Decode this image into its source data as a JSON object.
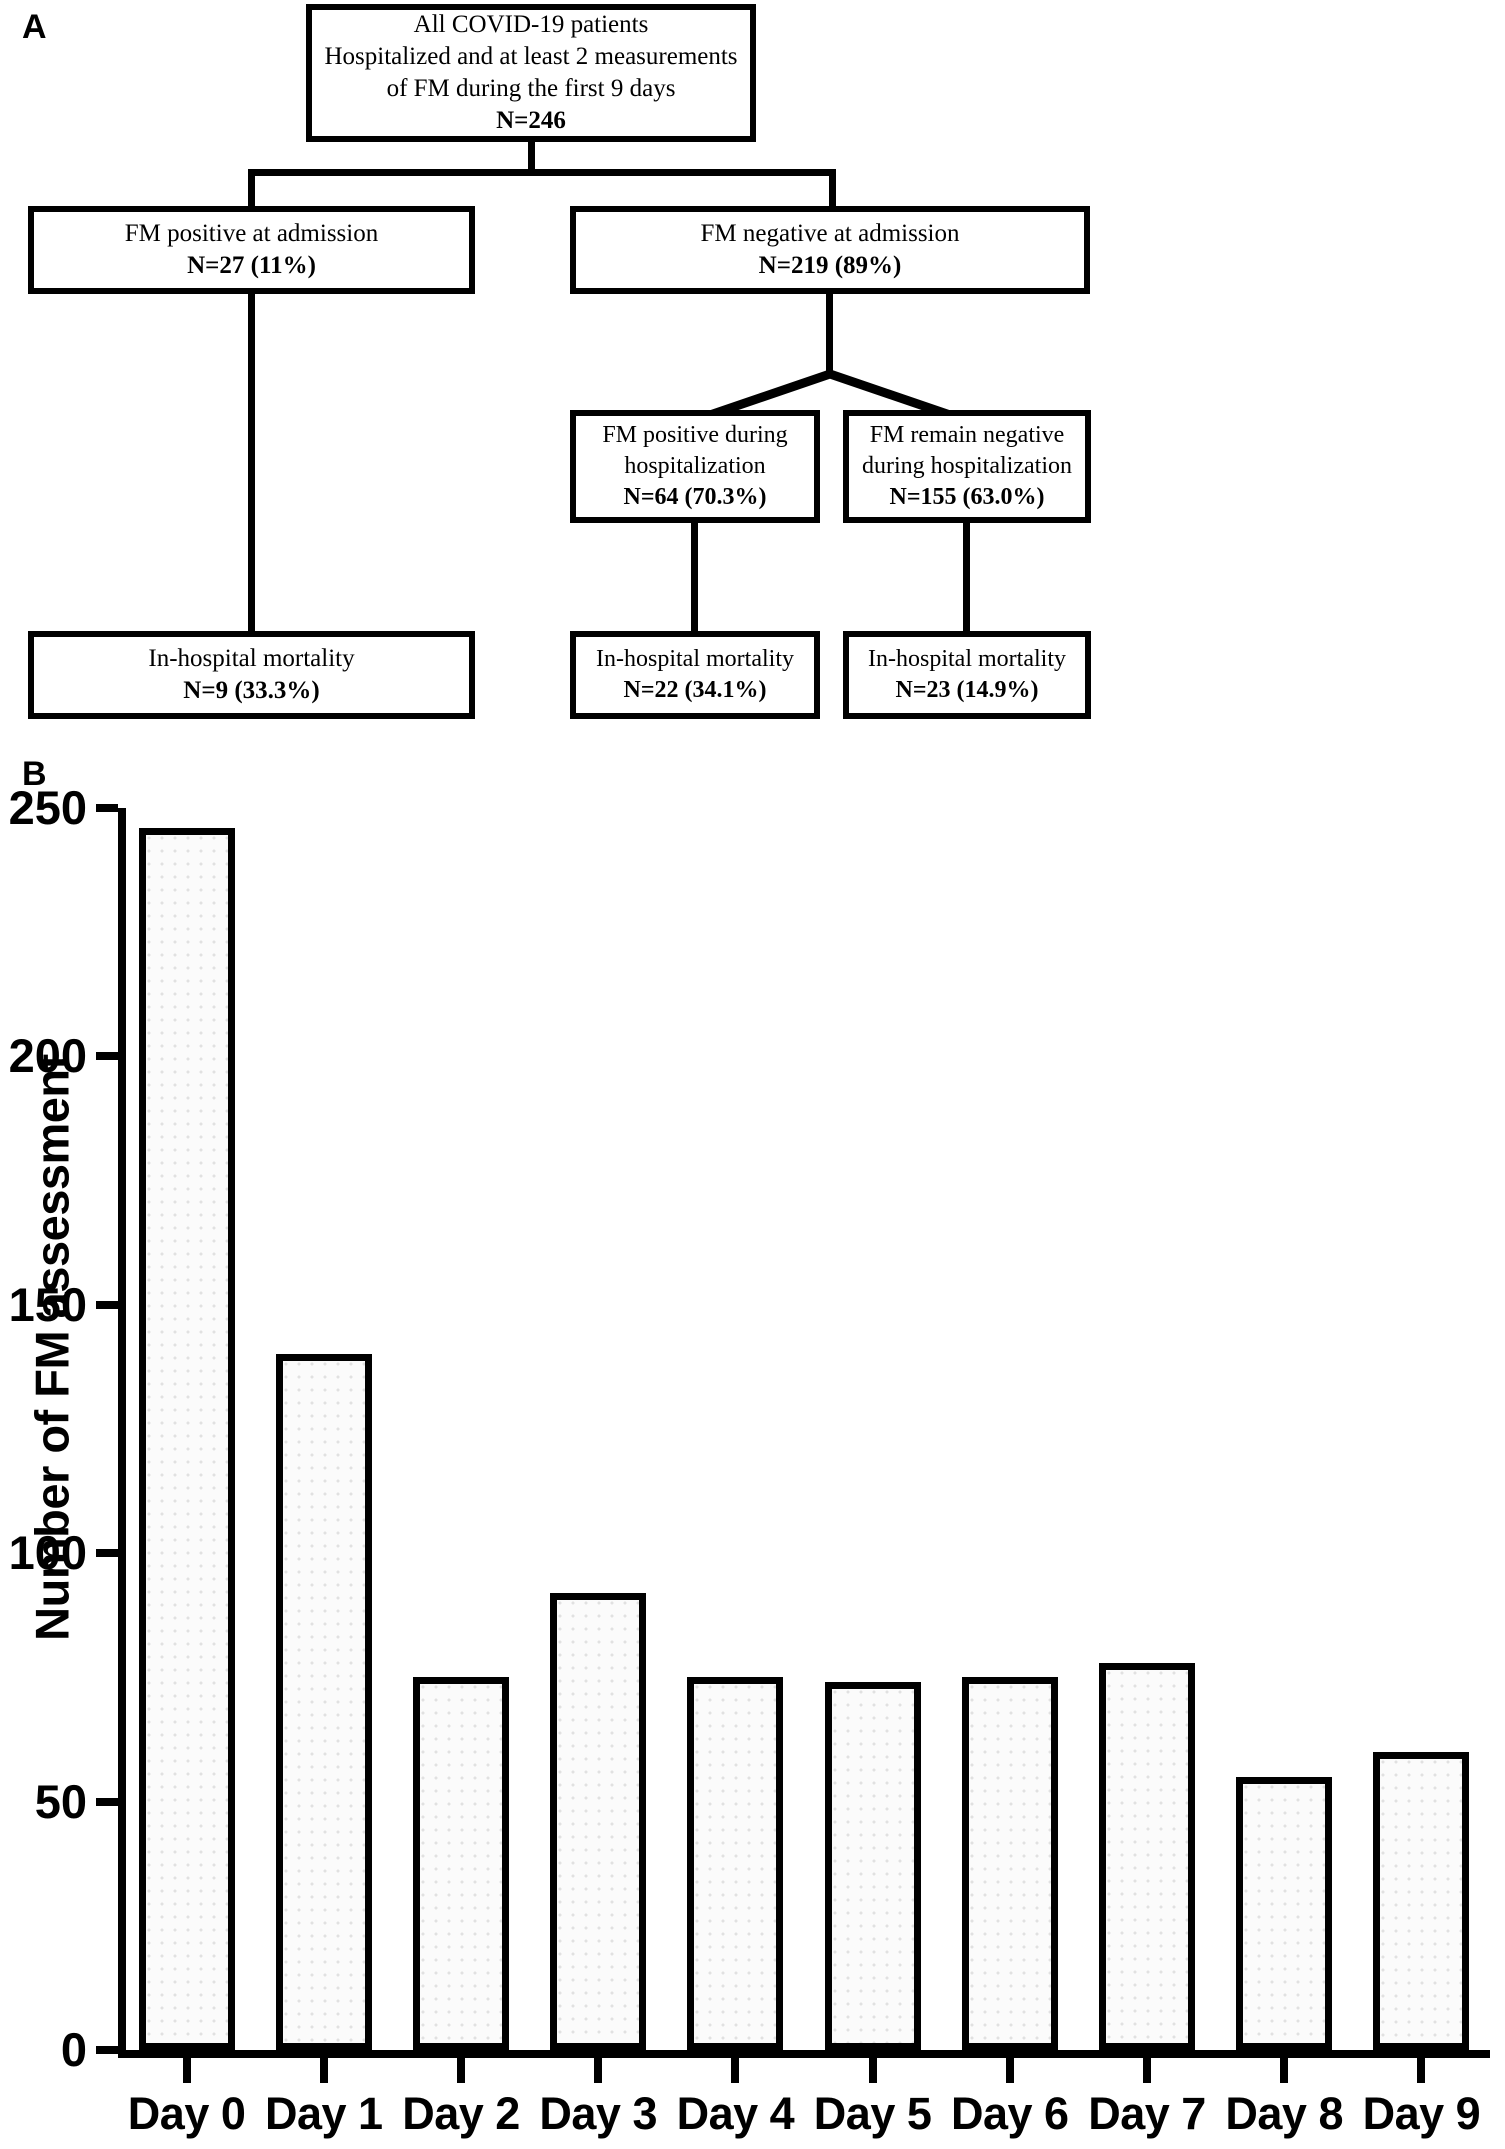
{
  "panels": {
    "a_letter": "A",
    "b_letter": "B"
  },
  "flowchart": {
    "boxes": {
      "root": {
        "lines": [
          "All COVID-19 patients",
          "Hospitalized and at least 2 measurements",
          "of FM during the first 9 days"
        ],
        "count_label": "N=246"
      },
      "fm_positive_admission": {
        "lines": [
          "FM positive at admission"
        ],
        "count_label": "N=27 (11%)"
      },
      "fm_negative_admission": {
        "lines": [
          "FM negative at admission"
        ],
        "count_label": "N=219 (89%)"
      },
      "fm_positive_hospitalization": {
        "lines": [
          "FM positive during",
          "hospitalization"
        ],
        "count_label": "N=64 (70.3%)"
      },
      "fm_remain_negative_hospitalization": {
        "lines": [
          "FM remain negative",
          "during hospitalization"
        ],
        "count_label": "N=155 (63.0%)"
      },
      "mortality_left": {
        "lines": [
          "In-hospital mortality"
        ],
        "count_label": "N=9 (33.3%)"
      },
      "mortality_mid": {
        "lines": [
          "In-hospital mortality"
        ],
        "count_label": "N=22 (34.1%)"
      },
      "mortality_right": {
        "lines": [
          "In-hospital mortality"
        ],
        "count_label": "N=23 (14.9%)"
      }
    }
  },
  "chart_data": {
    "type": "bar",
    "title": "",
    "xlabel": "",
    "ylabel": "Number of FM assessment",
    "categories": [
      "Day 0",
      "Day 1",
      "Day 2",
      "Day 3",
      "Day 4",
      "Day 5",
      "Day 6",
      "Day 7",
      "Day 8",
      "Day 9"
    ],
    "values": [
      246,
      140,
      75,
      92,
      75,
      74,
      75,
      78,
      55,
      60
    ],
    "ylim": [
      0,
      250
    ],
    "yticks": [
      0,
      50,
      100,
      150,
      200,
      250
    ],
    "ytick_labels": [
      "0",
      "50",
      "100",
      "150",
      "200",
      "250"
    ],
    "grid": false,
    "legend": "none",
    "bar_fill": "#fbfbfb",
    "bar_edge": "#000000"
  }
}
